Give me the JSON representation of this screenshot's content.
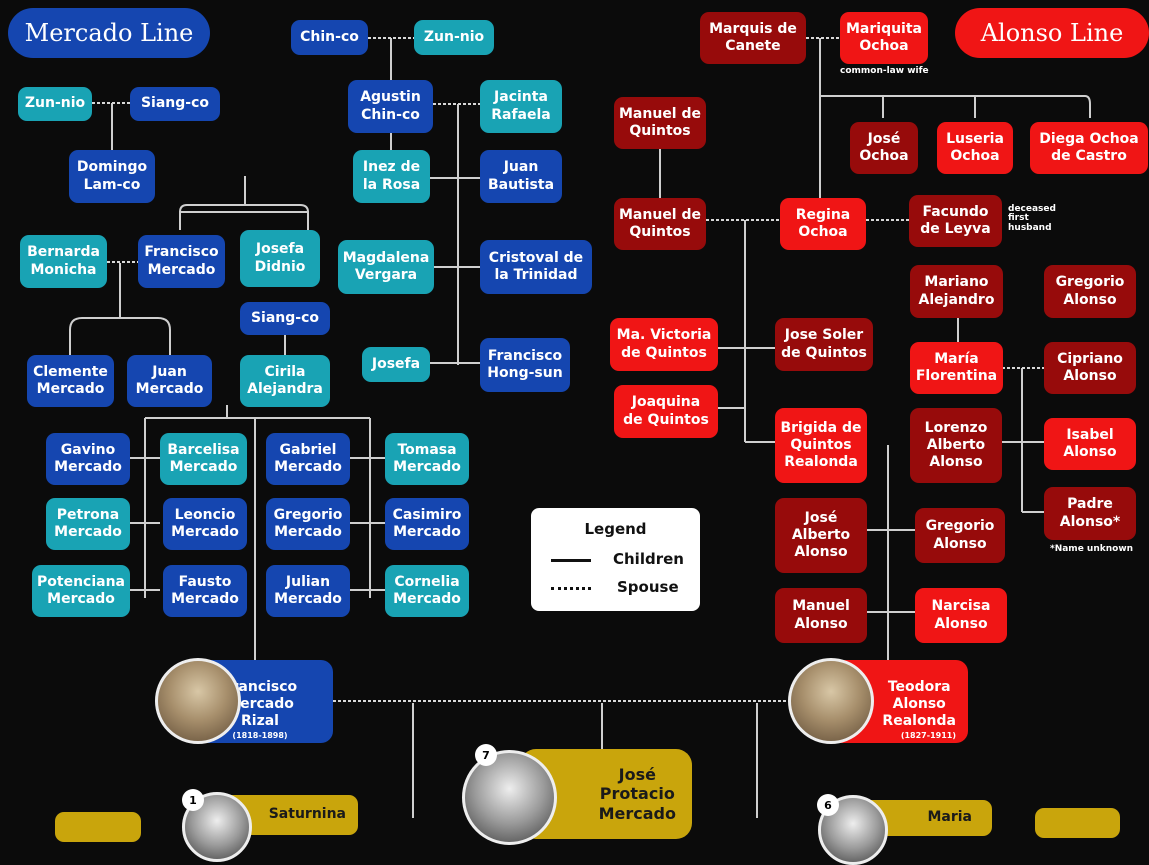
{
  "titles": {
    "mercado_line": "Mercado Line",
    "alonso_line": "Alonso Line"
  },
  "people": {
    "chinco": "Chin-co",
    "zunnio_top": "Zun-nio",
    "zunnio_left": "Zun-nio",
    "siangco_top": "Siang-co",
    "agustin": "Agustin\nChin-co",
    "jacinta": "Jacinta\nRafaela",
    "domingo": "Domingo\nLam-co",
    "inez": "Inez de\nla Rosa",
    "juan_bautista": "Juan\nBautista",
    "bernarda": "Bernarda\nMonicha",
    "francisco_m": "Francisco\nMercado",
    "josefa_didnio": "Josefa\nDidnio",
    "magdalena": "Magdalena\nVergara",
    "cristoval": "Cristoval de\nla Trinidad",
    "siangco_mid": "Siang-co",
    "clemente": "Clemente\nMercado",
    "juan_mercado": "Juan\nMercado",
    "cirila": "Cirila\nAlejandra",
    "josefa": "Josefa",
    "francisco_hs": "Francisco\nHong-sun",
    "gavino": "Gavino\nMercado",
    "barcelisa": "Barcelisa\nMercado",
    "gabriel": "Gabriel\nMercado",
    "tomasa": "Tomasa\nMercado",
    "petrona": "Petrona\nMercado",
    "leoncio": "Leoncio\nMercado",
    "gregorio_m": "Gregorio\nMercado",
    "casimiro": "Casimiro\nMercado",
    "potenciana": "Potenciana\nMercado",
    "fausto": "Fausto\nMercado",
    "julian": "Julian\nMercado",
    "cornelia": "Cornelia\nMercado",
    "marquis": "Marquis de\nCanete",
    "mariquita": "Mariquita\nOchoa",
    "manuel_q1": "Manuel de\nQuintos",
    "jose_ochoa": "José\nOchoa",
    "luseria": "Luseria\nOchoa",
    "diega": "Diega Ochoa\nde Castro",
    "manuel_q2": "Manuel de\nQuintos",
    "regina": "Regina\nOchoa",
    "facundo": "Facundo\nde Leyva",
    "mariano": "Mariano\nAlejandro",
    "gregorio_a_top": "Gregorio\nAlonso",
    "ma_victoria": "Ma. Victoria\nde Quintos",
    "jose_soler": "Jose Soler\nde Quintos",
    "maria_florentina": "María\nFlorentina",
    "cipriano": "Cipriano\nAlonso",
    "joaquina": "Joaquina\nde Quintos",
    "brigida": "Brigida de\nQuintos\nRealonda",
    "lorenzo": "Lorenzo\nAlberto\nAlonso",
    "isabel": "Isabel\nAlonso",
    "padre": "Padre\nAlonso*",
    "jose_alberto": "José\nAlberto\nAlonso",
    "gregorio_a": "Gregorio\nAlonso",
    "manuel_alonso": "Manuel\nAlonso",
    "narcisa": "Narcisa\nAlonso",
    "saturnina": "Saturnina",
    "maria": "Maria"
  },
  "notes": {
    "common_law": "common-law wife",
    "deceased": "deceased\nfirst\nhusband",
    "name_unknown": "*Name unknown"
  },
  "legend": {
    "title": "Legend",
    "children": "Children",
    "spouse": "Spouse"
  },
  "parents": {
    "father_name": "Francisco\nMercado\nRizal",
    "father_years": "(1818-1898)",
    "mother_name": "Teodora\nAlonso\nRealonda",
    "mother_years": "(1827-1911)"
  },
  "children_row": {
    "jose_rizal": "José\nProtacio\nMercado",
    "badge_saturnina": "1",
    "badge_jose": "7",
    "badge_maria": "6"
  },
  "colors": {
    "paternal_blue": "#1546b0",
    "paternal_teal": "#19a3b4",
    "maternal_dark_red": "#970b0b",
    "maternal_red": "#f01515",
    "children_gold": "#c9a50c"
  }
}
